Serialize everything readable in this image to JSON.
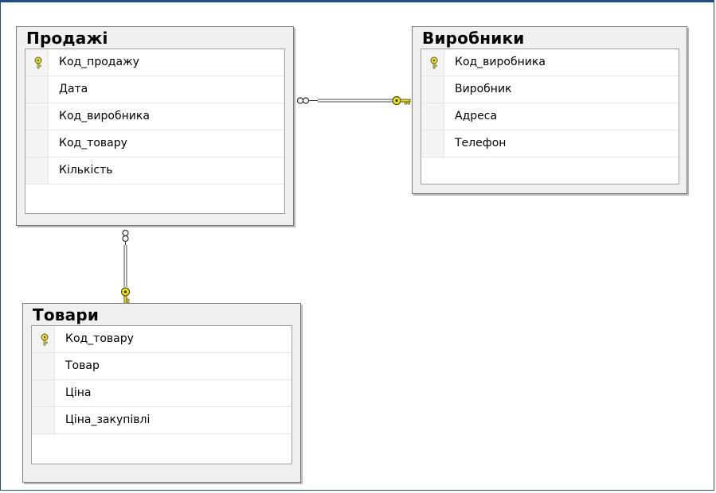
{
  "tables": {
    "sales": {
      "title": "Продажі",
      "columns": [
        "Код_продажу",
        "Дата",
        "Код_виробника",
        "Код_товару",
        "Кількість"
      ]
    },
    "manufacturers": {
      "title": "Виробники",
      "columns": [
        "Код_виробника",
        "Виробник",
        "Адреса",
        "Телефон"
      ]
    },
    "goods": {
      "title": "Товари",
      "columns": [
        "Код_товару",
        "Товар",
        "Ціна",
        "Ціна_закупівлі"
      ]
    }
  },
  "icons": {
    "primary_key": "key-icon",
    "many_end": "infinity-icon",
    "one_end": "key-icon"
  },
  "colors": {
    "frame": "#1f4e8c",
    "key": "#f2e600"
  }
}
